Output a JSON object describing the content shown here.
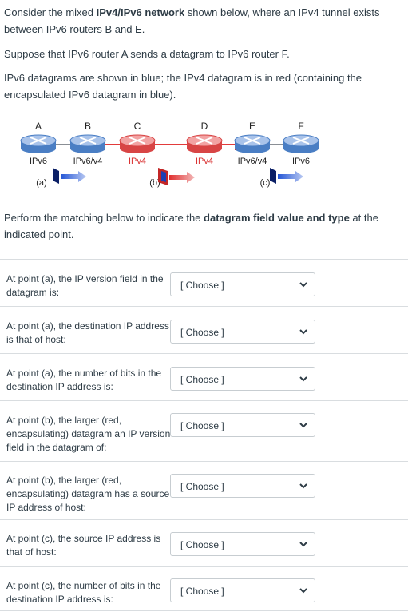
{
  "intro": {
    "p1_a": "Consider the mixed ",
    "p1_b": "IPv4/IPv6 network",
    "p1_c": " shown below, where an IPv4 tunnel exists between IPv6 routers B and E.",
    "p2": "Suppose that IPv6 router A sends a datagram to IPv6 router F.",
    "p3": "IPv6 datagrams are shown in blue; the IPv4 datagram is in red (containing the encapsulated IPv6 datagram in blue)."
  },
  "diagram": {
    "routers": [
      {
        "letter": "A",
        "label": "IPv6",
        "label_color": "#222222",
        "router_color": "#4a7ec4"
      },
      {
        "letter": "B",
        "label": "IPv6/v4",
        "label_color": "#222222",
        "router_color": "#4a7ec4"
      },
      {
        "letter": "C",
        "label": "IPv4",
        "label_color": "#d93030",
        "router_color": "#d84545"
      },
      {
        "letter": "D",
        "label": "IPv4",
        "label_color": "#d93030",
        "router_color": "#d84545"
      },
      {
        "letter": "E",
        "label": "IPv6/v4",
        "label_color": "#222222",
        "router_color": "#4a7ec4"
      },
      {
        "letter": "F",
        "label": "IPv6",
        "label_color": "#222222",
        "router_color": "#4a7ec4"
      }
    ],
    "points": [
      {
        "label": "(a)",
        "kind": "ipv6"
      },
      {
        "label": "(b)",
        "kind": "ipv4"
      },
      {
        "label": "(c)",
        "kind": "ipv6"
      }
    ],
    "colors": {
      "ipv6": "#2456d6",
      "ipv4": "#e03030",
      "link": "#e23b3b"
    }
  },
  "instructions": {
    "a": "Perform the matching below to indicate the ",
    "b": "datagram field value and type",
    "c": " at the indicated point."
  },
  "questions": [
    {
      "text": "At point (a), the IP version field in the datagram is:",
      "select": "[ Choose ]"
    },
    {
      "text": "At point (a), the destination IP address is that of host:",
      "select": "[ Choose ]"
    },
    {
      "text": "At point (a), the number of bits in the destination IP address is:",
      "select": "[ Choose ]"
    },
    {
      "text": "At point (b), the larger (red, encapsulating) datagram an IP version field in the datagram of:",
      "select": "[ Choose ]"
    },
    {
      "text": "At point (b), the larger (red, encapsulating) datagram has a source IP address of host:",
      "select": "[ Choose ]"
    },
    {
      "text": "At point (c), the source IP address is that of host:",
      "select": "[ Choose ]"
    },
    {
      "text": "At point (c), the number of bits in the destination IP address is:",
      "select": "[ Choose ]"
    }
  ]
}
